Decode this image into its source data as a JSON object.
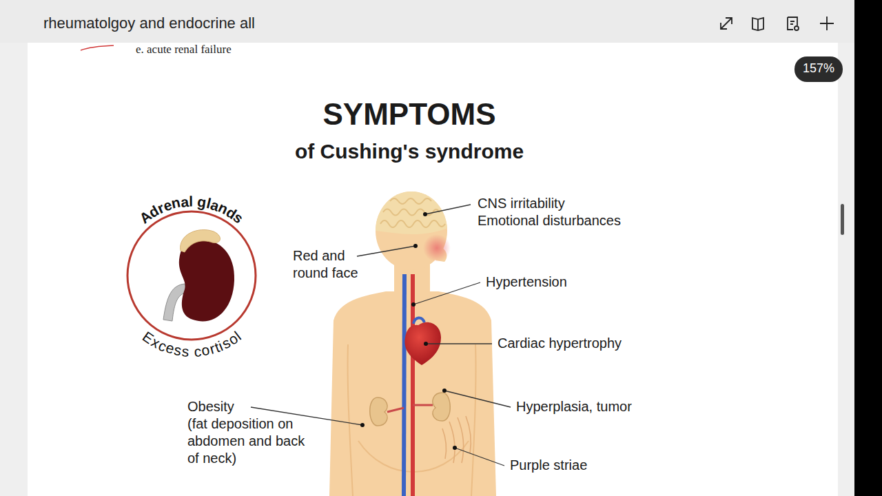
{
  "diagram": {
    "title": "SYMPTOMS",
    "nodes": [
      {
        "text": [
          "Adrenal glands",
          "Excess cortisol"
        ]
      }
    ],
    "labels": [
      "rheumatolgoy and endocrine all",
      "e. acute renal failure",
      "157%",
      "of Cushing's syndrome",
      "CNS irritability",
      "Emotional disturbances",
      "Red and round face",
      "Hypertension",
      "Cardiac hypertrophy",
      "Obesity",
      "(fat deposition on abdomen and back of neck)",
      "Hyperplasia, tumor",
      "Purple striae"
    ]
  }
}
